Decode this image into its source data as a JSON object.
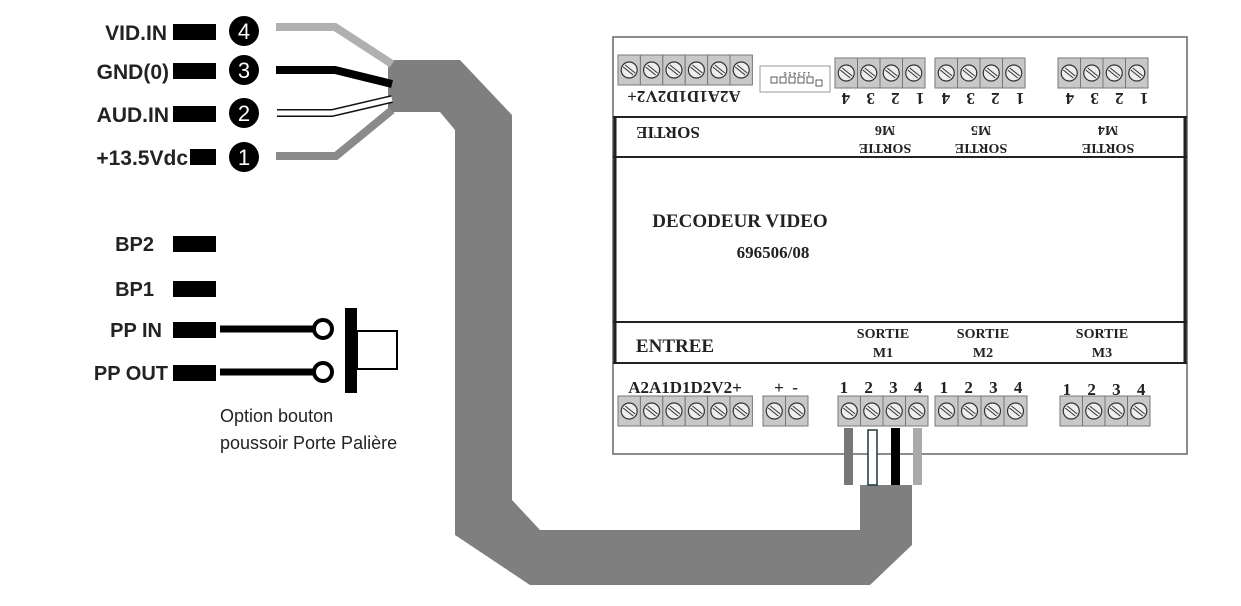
{
  "connector": {
    "pins": [
      {
        "label": "VID.IN",
        "number": "4",
        "wire_color": "#b0b0b0"
      },
      {
        "label": "GND(0)",
        "number": "3",
        "wire_color": "#000000"
      },
      {
        "label": "AUD.IN",
        "number": "2",
        "wire_color": "#ffffff"
      },
      {
        "label": "+13.5Vdc",
        "number": "1",
        "wire_color": "#8a8a8a"
      }
    ],
    "extra_pins": [
      "BP2",
      "BP1",
      "PP IN",
      "PP OUT"
    ],
    "option_text": [
      "Option bouton",
      "poussoir Porte Palière"
    ]
  },
  "cable_color": "#7f7f7f",
  "decoder": {
    "title": "DECODEUR VIDEO",
    "model": "696506/08",
    "top_sortie": "SORTIE",
    "top_input_terminals": "A2A1D1D2V2+",
    "top_outputs": [
      {
        "line1": "SORTIE",
        "line2": "M6",
        "terminals": "1 2 3 4"
      },
      {
        "line1": "SORTIE",
        "line2": "M5",
        "terminals": "1 2 3 4"
      },
      {
        "line1": "SORTIE",
        "line2": "M4",
        "terminals": "1 2 3 4"
      }
    ],
    "entree_label": "ENTREE",
    "bottom_input_terminals": "A2A1D1D2V2+",
    "power_terminals": "+  -",
    "bottom_outputs": [
      {
        "line1": "SORTIE",
        "line2": "M1",
        "terminals": "1 2 3 4"
      },
      {
        "line1": "SORTIE",
        "line2": "M2",
        "terminals": "1 2 3 4"
      },
      {
        "line1": "SORTIE",
        "line2": "M3",
        "terminals": "1 2 3 4"
      }
    ],
    "dip_labels": "1 2 3 4 5 6"
  }
}
